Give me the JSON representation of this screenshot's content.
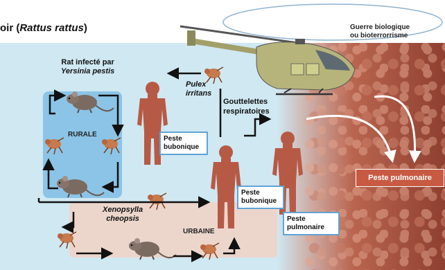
{
  "title": {
    "prefix": "oir (",
    "species": "Rattus rattus",
    "suffix": ")"
  },
  "labels": {
    "rat_infected_line1": "Rat infecté par",
    "rat_infected_line2": "Yersinia pestis",
    "pulex_line1": "Pulex",
    "pulex_line2": "irritans",
    "droplets_line1": "Gouttelettes",
    "droplets_line2": "respiratoires",
    "rurale": "RURALE",
    "urbaine": "URBAINE",
    "xeno_line1": "Xenopsylla",
    "xeno_line2": "cheopsis",
    "bio_line1": "Guerre biologique",
    "bio_line2": "ou bioterrorrisme"
  },
  "boxes": {
    "bubonic_top_line1": "Peste",
    "bubonic_top_line2": "bubonique",
    "bubonic_mid_line1": "Peste",
    "bubonic_mid_line2": "bubonique",
    "pulmonary_line1": "Peste",
    "pulmonary_line2": "pulmonaire",
    "pulmonary_red": "Peste pulmonaire"
  },
  "colors": {
    "human": "#b75a45",
    "rural": "#8bc4e6",
    "urbain": "#ecd6cc",
    "accent_box": "#c85a44"
  }
}
